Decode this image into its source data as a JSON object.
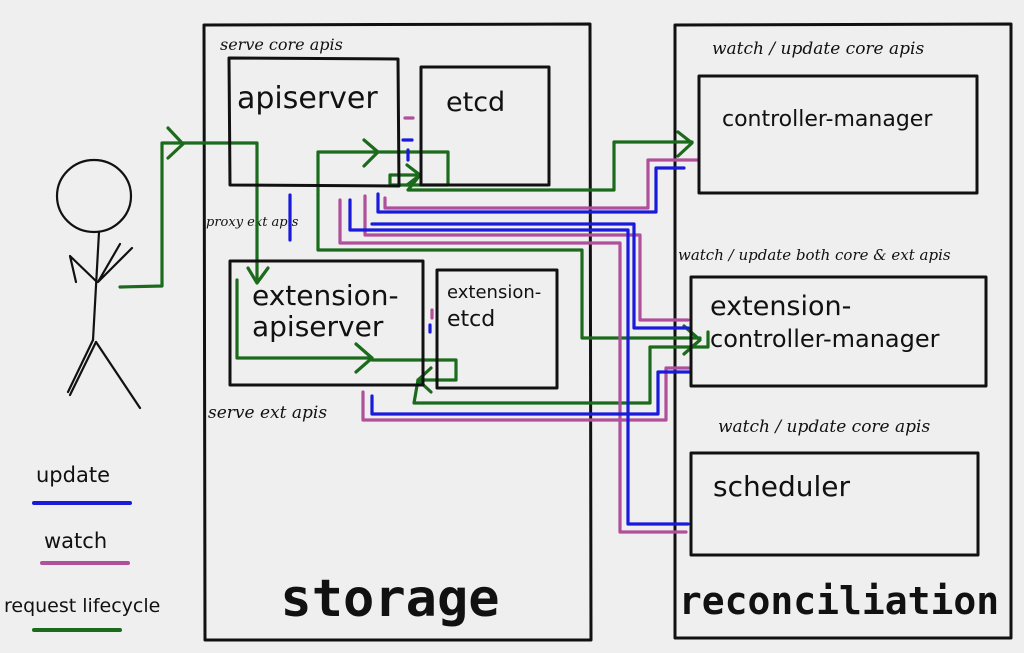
{
  "panels": {
    "storage_title": "storage",
    "reconciliation_title": "reconciliation"
  },
  "annotations": {
    "serve_core_apis": "serve core apis",
    "proxy_ext_apis": "proxy ext apis",
    "serve_ext_apis": "serve ext apis",
    "watch_update_core_apis_top": "watch / update core apis",
    "watch_update_both": "watch / update both core & ext apis",
    "watch_update_core_apis_bottom": "watch / update core apis"
  },
  "components": {
    "apiserver": "apiserver",
    "etcd": "etcd",
    "extension_apiserver_line1": "extension-",
    "extension_apiserver_line2": "apiserver",
    "extension_etcd_line1": "extension-",
    "extension_etcd_line2": "etcd",
    "controller_manager": "controller-manager",
    "ext_controller_manager_line1": "extension-",
    "ext_controller_manager_line2": "controller-manager",
    "scheduler": "scheduler"
  },
  "legend": {
    "update": "update",
    "watch": "watch",
    "request_lifecycle": "request lifecycle"
  },
  "colors": {
    "update": "#1a1adb",
    "watch": "#b0509a",
    "request_lifecycle": "#1c6b1c"
  },
  "icons": {
    "user": "stick-figure-icon"
  }
}
